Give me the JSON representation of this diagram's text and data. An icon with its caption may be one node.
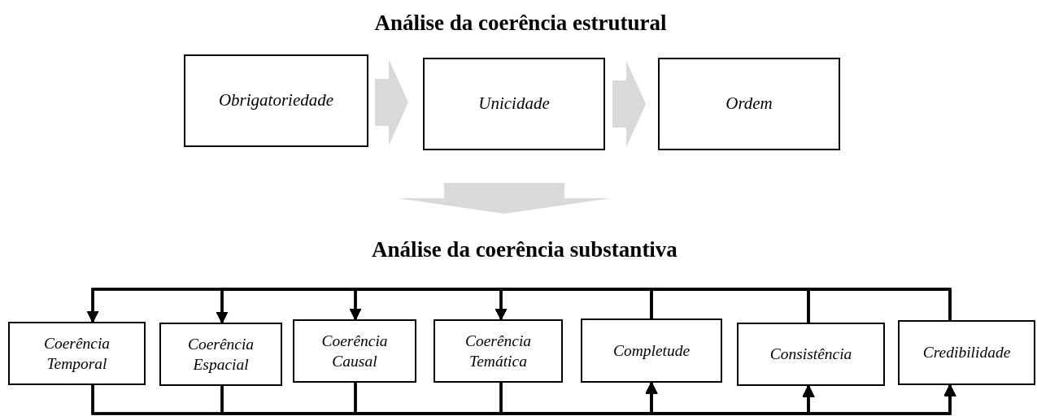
{
  "diagram": {
    "nodes": [
      {
        "text": [
          "Análise da coerência estrutural"
        ]
      },
      {
        "text": [
          "Obrigatoriedade"
        ]
      },
      {
        "text": [
          "Unicidade"
        ]
      },
      {
        "text": [
          "Ordem"
        ]
      },
      {
        "text": [
          "Análise da coerência substantiva"
        ]
      },
      {
        "text": [
          "Coerência Temporal"
        ]
      },
      {
        "text": [
          "Coerência Espacial"
        ]
      },
      {
        "text": [
          "Coerência Causal"
        ]
      },
      {
        "text": [
          "Coerência Temática"
        ]
      },
      {
        "text": [
          "Completude"
        ]
      },
      {
        "text": [
          "Consistência"
        ]
      },
      {
        "text": [
          "Credibilidade"
        ]
      }
    ],
    "edges": [
      {
        "from": 1,
        "to": 2,
        "arrow": "to",
        "style": "thick",
        "color": "#d9d9d9"
      },
      {
        "from": 2,
        "to": 3,
        "arrow": "to",
        "style": "thick",
        "color": "#d9d9d9"
      },
      {
        "from": 2,
        "to": 4,
        "arrow": "to",
        "style": "thick",
        "color": "#d9d9d9"
      },
      {
        "from": 9,
        "to": 5,
        "arrow": "to"
      },
      {
        "from": 9,
        "to": 6,
        "arrow": "to"
      },
      {
        "from": 9,
        "to": 7,
        "arrow": "to"
      },
      {
        "from": 9,
        "to": 8,
        "arrow": "to"
      },
      {
        "from": 10,
        "to": 5,
        "arrow": "to"
      },
      {
        "from": 10,
        "to": 6,
        "arrow": "to"
      },
      {
        "from": 10,
        "to": 7,
        "arrow": "to"
      },
      {
        "from": 10,
        "to": 8,
        "arrow": "to"
      },
      {
        "from": 11,
        "to": 5,
        "arrow": "to"
      },
      {
        "from": 11,
        "to": 6,
        "arrow": "to"
      },
      {
        "from": 11,
        "to": 7,
        "arrow": "to"
      },
      {
        "from": 11,
        "to": 8,
        "arrow": "to"
      },
      {
        "from": 5,
        "to": 9,
        "arrow": "to"
      },
      {
        "from": 5,
        "to": 10,
        "arrow": "to"
      },
      {
        "from": 5,
        "to": 11,
        "arrow": "to"
      },
      {
        "from": 6,
        "to": 9,
        "arrow": "to"
      },
      {
        "from": 6,
        "to": 10,
        "arrow": "to"
      },
      {
        "from": 6,
        "to": 11,
        "arrow": "to"
      },
      {
        "from": 7,
        "to": 9,
        "arrow": "to"
      },
      {
        "from": 7,
        "to": 10,
        "arrow": "to"
      },
      {
        "from": 7,
        "to": 11,
        "arrow": "to"
      },
      {
        "from": 8,
        "to": 9,
        "arrow": "to"
      },
      {
        "from": 8,
        "to": 10,
        "arrow": "to"
      },
      {
        "from": 8,
        "to": 11,
        "arrow": "to"
      }
    ]
  }
}
